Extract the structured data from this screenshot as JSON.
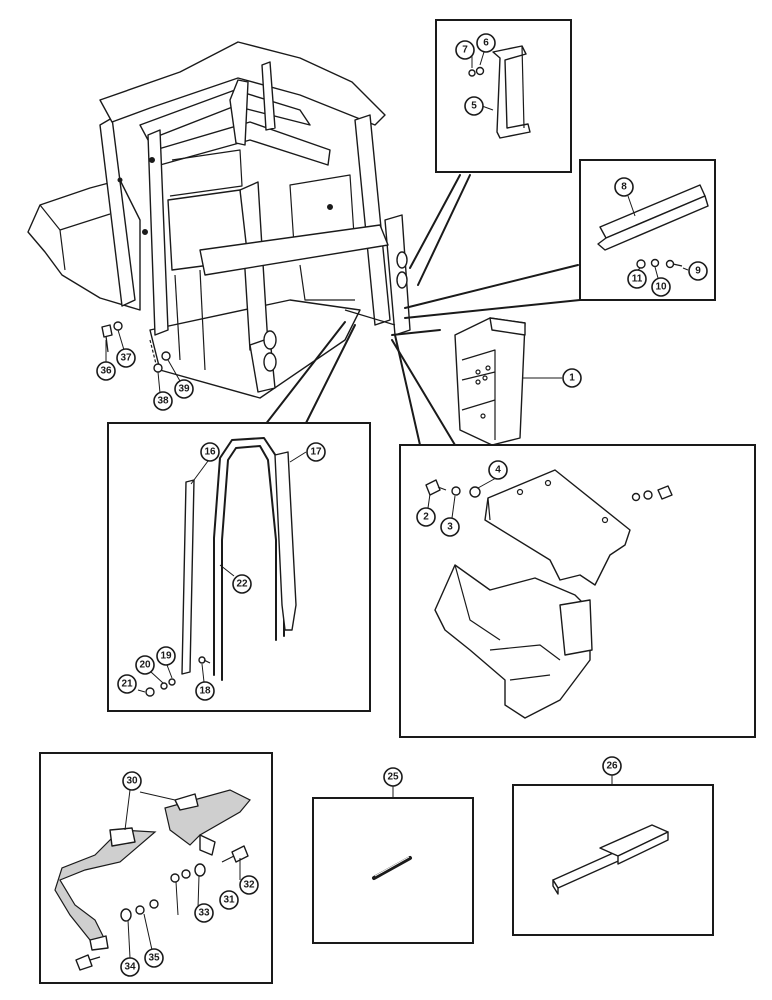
{
  "callouts": {
    "c1": "1",
    "c2": "2",
    "c3": "3",
    "c4": "4",
    "c5": "5",
    "c6": "6",
    "c7": "7",
    "c8": "8",
    "c9": "9",
    "c10": "10",
    "c11": "11",
    "c16": "16",
    "c17": "17",
    "c18": "18",
    "c19": "19",
    "c20": "20",
    "c21": "21",
    "c22": "22",
    "c25": "25",
    "c26": "26",
    "c30": "30",
    "c31": "31",
    "c32": "32",
    "c33": "33",
    "c34": "34",
    "c35": "35",
    "c36": "36",
    "c37": "37",
    "c38": "38",
    "c39": "39"
  }
}
